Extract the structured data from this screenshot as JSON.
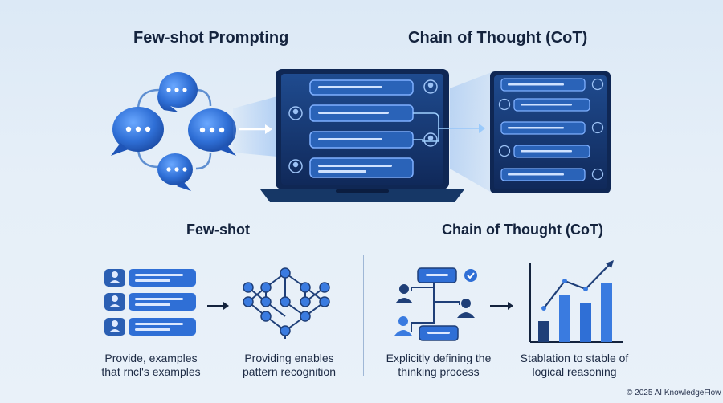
{
  "top": {
    "left_title": "Few-shot Prompting",
    "right_title": "Chain of Thought (CoT)"
  },
  "bottom": {
    "left_heading": "Few-shot",
    "right_heading": "Chain of Thought (CoT)",
    "captions": [
      "Provide, examples that rncl's examples",
      "Providing enables pattern recognition",
      "Explicitly defining the thinking process",
      "Stablation to stable of logical reasoning"
    ]
  },
  "footer": "© 2025 AI KnowledgeFlow",
  "colors": {
    "accent": "#2f6fd6",
    "dark_panel": "#143163",
    "bubble": "#3b82e6",
    "text": "#14233d"
  },
  "icons": [
    "chat-bubble-icon",
    "laptop-icon",
    "user-icon",
    "neural-network-icon",
    "flowchart-icon",
    "check-icon",
    "bar-chart-icon",
    "arrow-right-icon"
  ]
}
